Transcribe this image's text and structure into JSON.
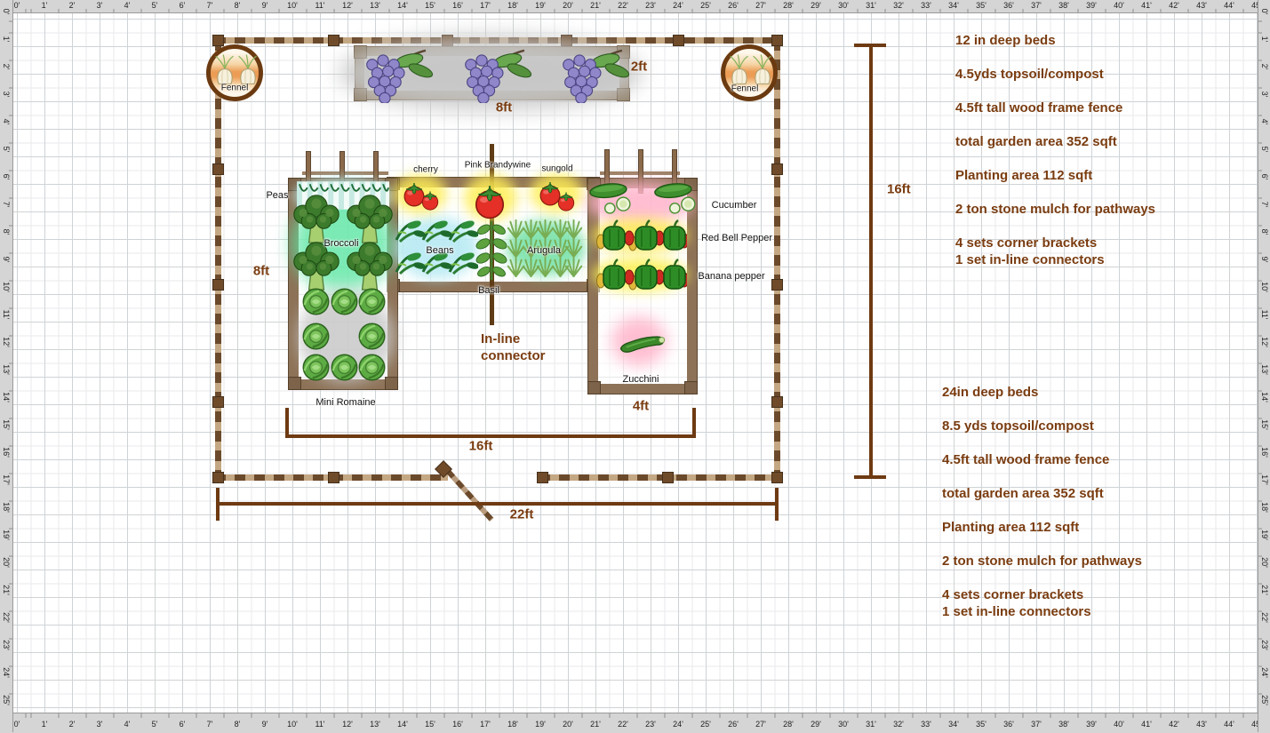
{
  "rulers": {
    "h_labels": [
      "0'",
      "1'",
      "2'",
      "3'",
      "4'",
      "5'",
      "6'",
      "7'",
      "8'",
      "9'",
      "10'",
      "11'",
      "12'",
      "13'",
      "14'",
      "15'",
      "16'",
      "17'",
      "18'",
      "19'",
      "20'",
      "21'",
      "22'",
      "23'",
      "24'",
      "25'",
      "26'",
      "27'",
      "28'",
      "29'",
      "30'",
      "31'",
      "32'",
      "33'",
      "34'",
      "35'",
      "36'",
      "37'",
      "38'",
      "39'",
      "40'",
      "41'",
      "42'",
      "43'",
      "44'",
      "45'"
    ],
    "v_labels": [
      "0'",
      "1'",
      "2'",
      "3'",
      "4'",
      "5'",
      "6'",
      "7'",
      "8'",
      "9'",
      "10'",
      "11'",
      "12'",
      "13'",
      "14'",
      "15'",
      "16'",
      "17'",
      "18'",
      "19'",
      "20'",
      "21'",
      "22'",
      "23'",
      "24'",
      "25'"
    ]
  },
  "plants": {
    "fennel": "Fennel",
    "peas": "Peas",
    "broccoli": "Broccoli",
    "mini_romaine": "Mini Romaine",
    "beans": "Beans",
    "basil": "Basil",
    "arugula": "Arugula",
    "cherry": "cherry",
    "pink_brandywine": "Pink Brandywine",
    "sungold": "sungold",
    "cucumber": "Cucumber",
    "red_bell_pepper": "Red Bell Pepper",
    "banana_pepper": "Banana pepper",
    "zucchini": "Zucchini"
  },
  "dims": {
    "top_bed_depth": "2ft",
    "top_bed_width": "8ft",
    "left_bed_length": "8ft",
    "garden_height": "16ft",
    "beds_span": "16ft",
    "garden_width": "22ft",
    "right_bed_width": "4ft"
  },
  "connector": {
    "line1": "In-line",
    "line2": "connector"
  },
  "annotations_top": [
    "12 in deep beds",
    "4.5yds topsoil/compost",
    "4.5ft tall wood frame fence",
    "total garden area 352 sqft",
    "Planting area 112 sqft",
    "2 ton stone mulch for pathways",
    "4 sets corner brackets",
    "1 set in-line connectors"
  ],
  "annotations_bottom": [
    "24in deep beds",
    "8.5 yds topsoil/compost",
    "4.5ft tall wood frame fence",
    "total garden area 352 sqft",
    "Planting area 112 sqft",
    "2 ton stone mulch for pathways",
    "4 sets corner brackets",
    "1 set in-line connectors"
  ],
  "colors": {
    "annotation_brown": "#7a3c10",
    "dimension_line": "#6e3a12",
    "fence_dark": "#6b4a2c",
    "fence_light": "#c4a883",
    "bed_wood": "#8d7257",
    "ruler_bg": "#d5d5d5",
    "glow_yellow": "#ffee55",
    "glow_pink": "#ffb3ca",
    "glow_green": "#5ce6a2",
    "glow_cyan": "#b0e8f2"
  }
}
